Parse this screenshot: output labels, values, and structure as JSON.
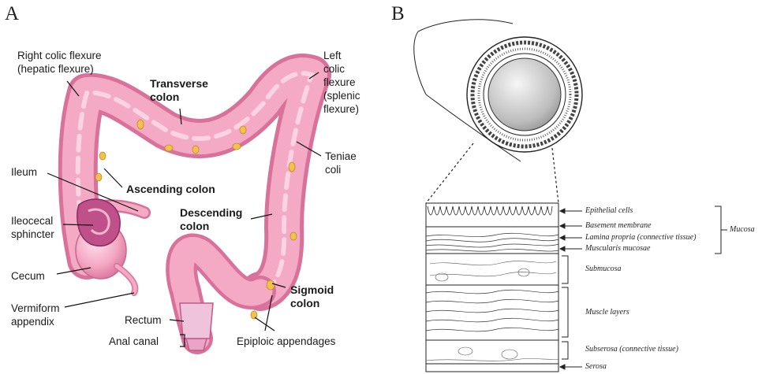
{
  "panels": {
    "a": "A",
    "b": "B"
  },
  "colon_labels": {
    "right_colic_flexure": "Right colic flexure\n(hepatic flexure)",
    "transverse_colon": "Transverse\ncolon",
    "left_colic_flexure": "Left\ncolic\nflexure\n(splenic\nflexure)",
    "teniae_coli": "Teniae\ncoli",
    "ileum": "Ileum",
    "ascending_colon": "Ascending colon",
    "ileocecal_sphincter": "Ileocecal\nsphincter",
    "descending_colon": "Descending\ncolon",
    "cecum": "Cecum",
    "sigmoid_colon": "Sigmoid\ncolon",
    "vermiform_appendix": "Vermiform\nappendix",
    "rectum": "Rectum",
    "anal_canal": "Anal canal",
    "epiploic_appendages": "Epiploic appendages"
  },
  "histology_labels": {
    "epithelial_cells": "Epithelial cells",
    "basement_membrane": "Basement membrane",
    "lamina_propria": "Lamina propria (connective tissue)",
    "muscularis_mucosae": "Muscularis mucosae",
    "mucosa": "Mucosa",
    "submucosa": "Submucosa",
    "muscle_layers": "Muscle layers",
    "subserosa": "Subserosa (connective tissue)",
    "serosa": "Serosa"
  },
  "colors": {
    "colon_pink": "#f4a9c4",
    "colon_dark": "#d8729a",
    "colon_light": "#fbd3e2",
    "fat_yellow": "#f2c14e",
    "line": "#222222"
  }
}
